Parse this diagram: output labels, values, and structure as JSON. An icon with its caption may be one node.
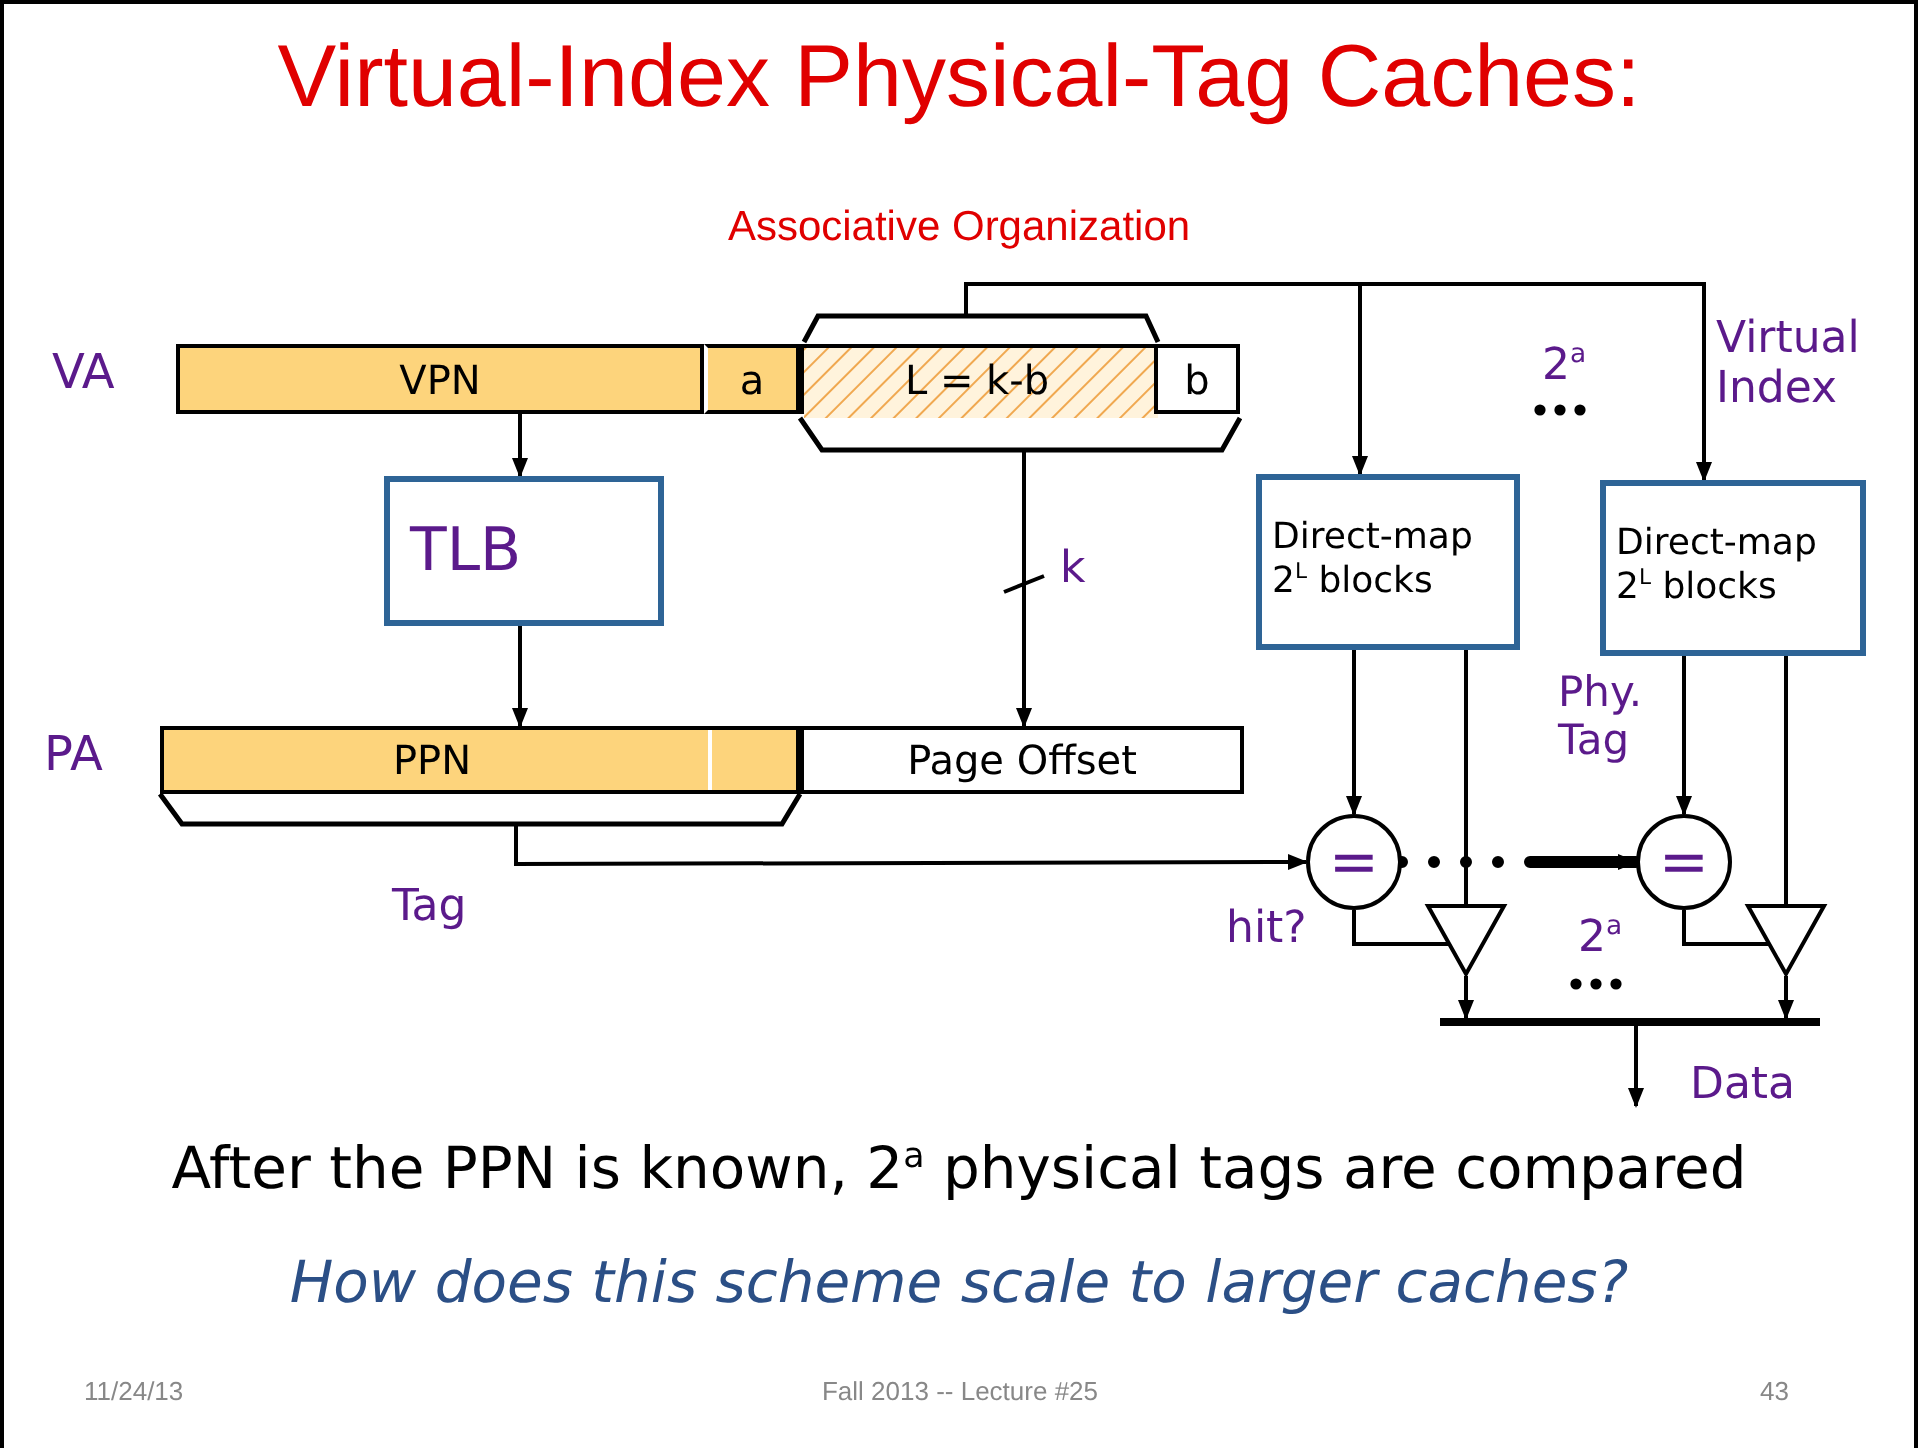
{
  "diagram": {
    "title": "Virtual-Index Physical-Tag Caches:",
    "nodes": [
      {
        "text": [
          "VPN"
        ]
      },
      {
        "text": [
          "a"
        ]
      },
      {
        "text": [
          "L = k-b"
        ]
      },
      {
        "text": [
          "b"
        ]
      },
      {
        "text": [
          "TLB"
        ]
      },
      {
        "text": [
          "PPN"
        ]
      },
      {
        "text": [
          "Page Offset"
        ]
      },
      {
        "text": [
          "Direct-map 2$^{L}$ blocks"
        ]
      },
      {
        "text": [
          "Direct-map 2$^{L}$ blocks"
        ]
      },
      {
        "text": [
          "="
        ]
      },
      {
        "text": [
          "="
        ]
      },
      {
        "text": [],
        "shape": "triangle"
      },
      {
        "text": [],
        "shape": "triangle"
      },
      {
        "text": [],
        "shape": "bar"
      },
      {
        "text": [],
        "shape": "bracket"
      },
      {
        "text": [],
        "shape": "bracket"
      },
      {
        "text": [],
        "shape": "bracket"
      }
    ],
    "edges": [
      {
        "from": 0,
        "to": 4,
        "arrow": "to"
      },
      {
        "from": 4,
        "to": 5,
        "arrow": "to"
      },
      {
        "from": 14,
        "to": 6,
        "arrow": "to",
        "label": "k"
      },
      {
        "from": 15,
        "to": 7,
        "arrow": "to"
      },
      {
        "from": 15,
        "to": 8,
        "arrow": "to"
      },
      {
        "from": 16,
        "to": 9,
        "arrow": "to"
      },
      {
        "from": 9,
        "to": 10,
        "arrow": "to",
        "style": "dashed"
      },
      {
        "from": 7,
        "to": 9,
        "arrow": "to"
      },
      {
        "from": 7,
        "to": 11,
        "arrow": "none"
      },
      {
        "from": 9,
        "to": 11,
        "arrow": "none"
      },
      {
        "from": 11,
        "to": 13,
        "arrow": "to"
      },
      {
        "from": 8,
        "to": 10,
        "arrow": "to"
      },
      {
        "from": 8,
        "to": 12,
        "arrow": "none"
      },
      {
        "from": 10,
        "to": 12,
        "arrow": "none"
      },
      {
        "from": 12,
        "to": 13,
        "arrow": "to"
      },
      {
        "from": 13,
        "to": null,
        "arrow": "to"
      }
    ],
    "labels": [
      "Associative Organization",
      "VA",
      "Virtual Index",
      "2$^{a}$",
      "PA",
      "Tag",
      "hit?",
      "Phy. Tag",
      "2$^{a}$",
      "Data",
      "After the PPN is known, 2$^{a}$ physical tags are compared",
      "How does this scheme scale to larger caches?",
      "11/24/13",
      "Fall 2013 -- Lecture #25",
      "43"
    ]
  }
}
